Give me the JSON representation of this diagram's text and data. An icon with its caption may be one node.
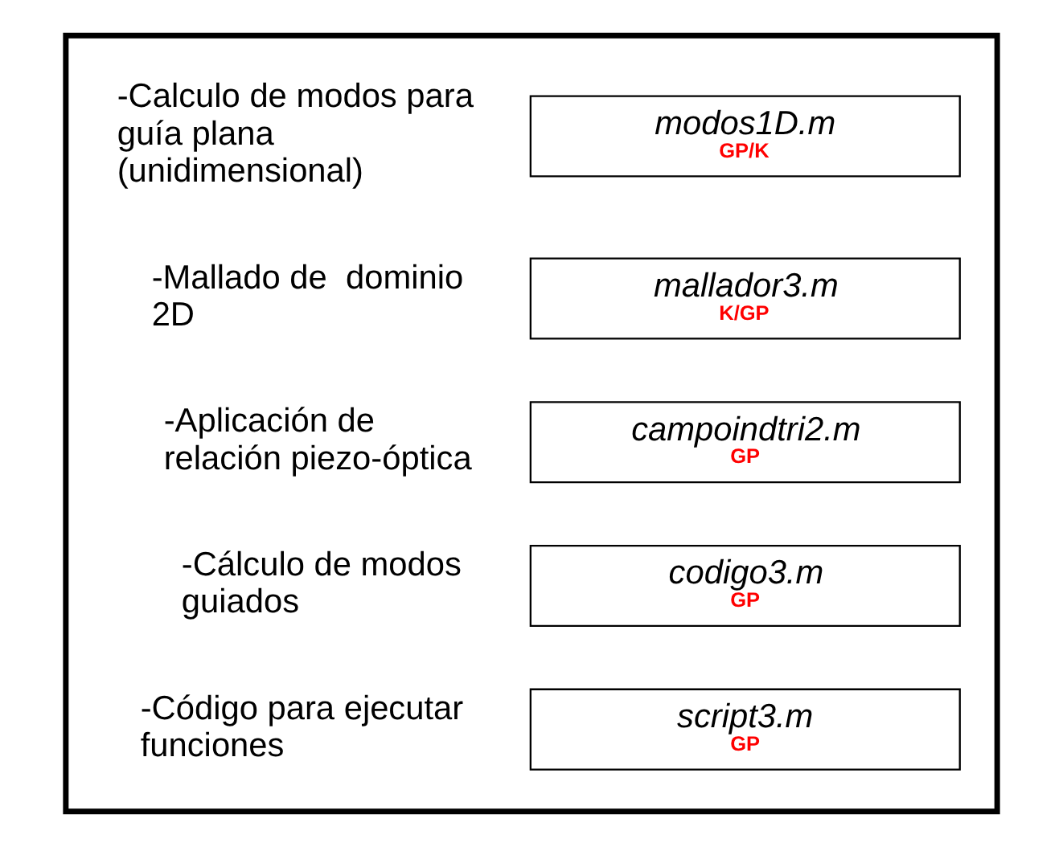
{
  "diagram": {
    "nodes": [
      {
        "text": [],
        "shape": "box"
      },
      {
        "text": [
          "modos1D.m",
          "GP/K"
        ],
        "in": 0,
        "beside": [
          "-Calculo de modos para guía plana (unidimensional)"
        ]
      },
      {
        "text": [
          "mallador3.m",
          "K/GP"
        ],
        "in": 0,
        "beside": [
          "-Mallado de  dominio 2D"
        ]
      },
      {
        "text": [
          "campoindtri2.m",
          "GP"
        ],
        "in": 0,
        "beside": [
          "-Aplicación de relación piezo-óptica"
        ]
      },
      {
        "text": [
          "codigo3.m",
          "GP"
        ],
        "in": 0,
        "beside": [
          "-Cálculo de modos guiados"
        ]
      },
      {
        "text": [
          "script3.m",
          "GP"
        ],
        "in": 0,
        "beside": [
          "-Código para ejecutar funciones"
        ]
      }
    ],
    "edges": []
  }
}
